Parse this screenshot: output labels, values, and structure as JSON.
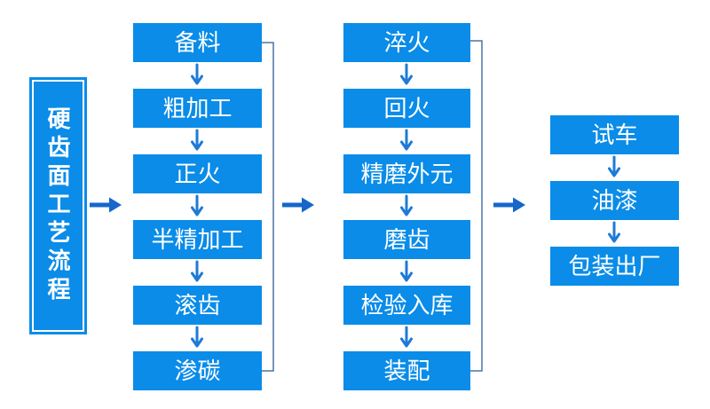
{
  "diagram": {
    "title": "硬齿面工艺流程",
    "columns": [
      {
        "steps": [
          "备料",
          "粗加工",
          "正火",
          "半精加工",
          "滚齿",
          "渗碳"
        ]
      },
      {
        "steps": [
          "淬火",
          "回火",
          "精磨外元",
          "磨齿",
          "检验入库",
          "装配"
        ]
      },
      {
        "steps": [
          "试车",
          "油漆",
          "包装出厂"
        ]
      }
    ]
  },
  "colors": {
    "box_fill": "#0a8ce8",
    "box_text": "#ffffff",
    "small_arrow": "#1e7ad6",
    "big_arrow": "#1666cb",
    "connector_line": "#4c74a6",
    "background": "#ffffff"
  },
  "icons": {
    "down_arrow_glyph": "↓",
    "right_arrow_glyph": "→"
  }
}
